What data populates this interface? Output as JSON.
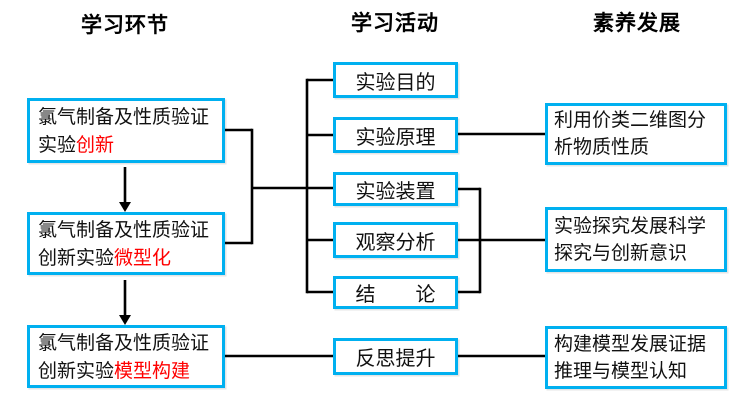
{
  "headers": {
    "left": "学习环节",
    "middle": "学习活动",
    "right": "素养发展"
  },
  "left_column_boxes": [
    {
      "line1": "氯气制备及性质验证",
      "line2_prefix": "实验",
      "line2_highlight": "创新"
    },
    {
      "line1": "氯气制备及性质验证",
      "line2_prefix": "创新实验",
      "line2_highlight": "微型化"
    },
    {
      "line1": "氯气制备及性质验证",
      "line2_prefix": "创新实验",
      "line2_highlight": "模型构建"
    }
  ],
  "middle_column_boxes": [
    "实验目的",
    "实验原理",
    "实验装置",
    "观察分析",
    "结　　论",
    "反思提升"
  ],
  "right_column_boxes": [
    "利用价类二维图分析物质性质",
    "实验探究发展科学探究与创新意识",
    "构建模型发展证据推理与模型认知"
  ],
  "colors": {
    "box_border": "#00B0F0",
    "highlight_text": "#FF0000",
    "connector": "#000000"
  }
}
